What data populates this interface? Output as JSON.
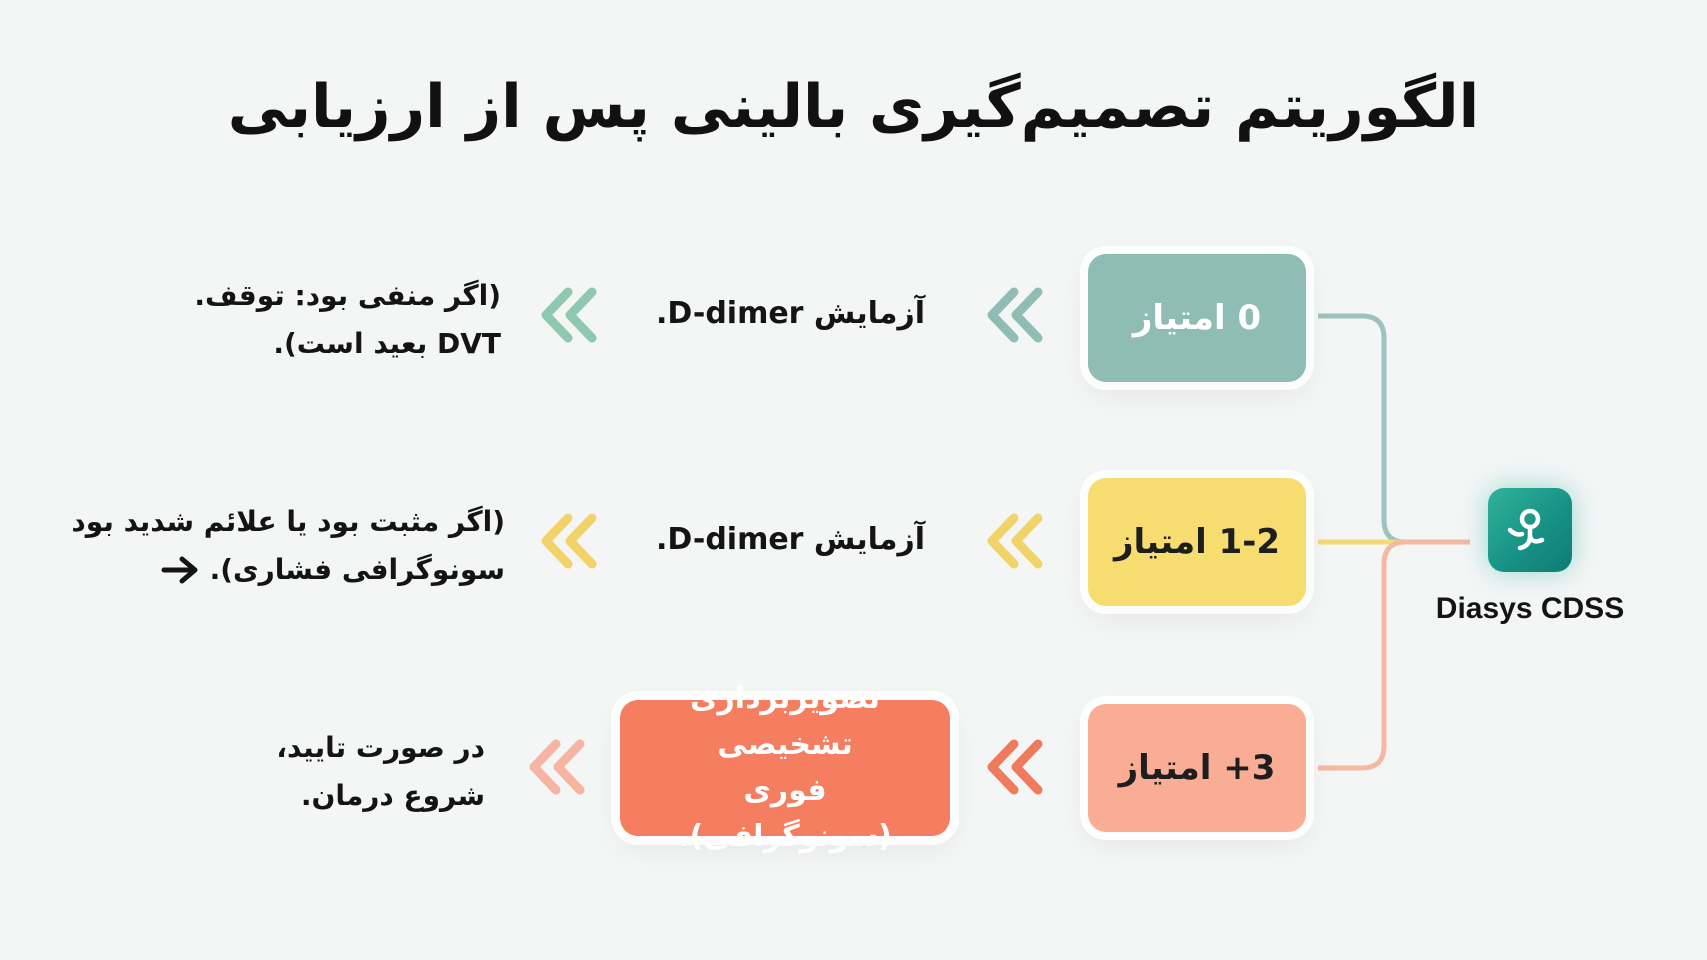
{
  "title": "الگوریتم تصمیم‌گیری بالینی پس از ارزیابی",
  "brand": {
    "name": "Diasys CDSS",
    "logo_icon": "pin-fork-icon"
  },
  "colors": {
    "teal": "#8fbdb5",
    "yellow": "#f7dd70",
    "salmon": "#f8ad94",
    "urgent": "#f57d60",
    "brand": "#168f85"
  },
  "rows": [
    {
      "score": "0 امتیاز",
      "action": "آزمایش D-dimer.",
      "outcome_lines": [
        "(اگر منفی بود: توقف.",
        "DVT بعید است)."
      ],
      "chevron_icon": "double-chevron-left-icon"
    },
    {
      "score": "1-2 امتیاز",
      "action": "آزمایش D-dimer.",
      "outcome_lines": [
        "(اگر مثبت بود یا علائم شدید بود",
        "سونوگرافی فشاری)."
      ],
      "outcome_arrow_icon": "arrow-right-icon",
      "chevron_icon": "double-chevron-left-icon"
    },
    {
      "score": "3+ امتیاز",
      "action_lines": [
        "تصویربرداری تشخیصی",
        "فوری (سونوگرافی)."
      ],
      "outcome_lines": [
        "در صورت تایید،",
        "شروع درمان."
      ],
      "chevron_icon": "double-chevron-left-icon"
    }
  ]
}
